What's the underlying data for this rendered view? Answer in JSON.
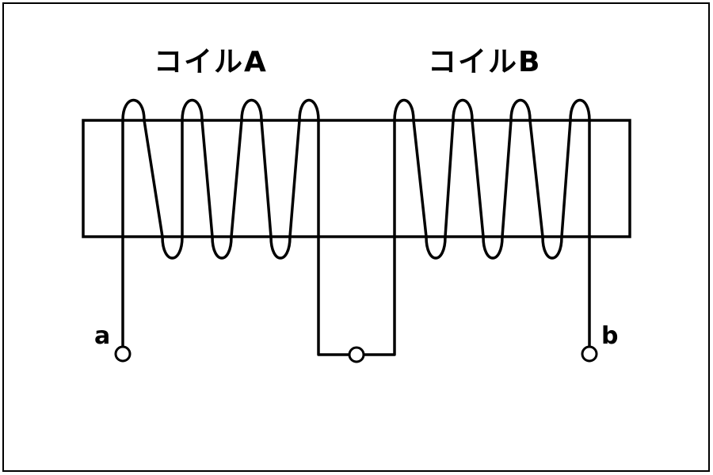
{
  "labels": {
    "coil_a": "コイルA",
    "coil_b": "コイルB",
    "terminal_a": "a",
    "terminal_b": "b"
  },
  "colors": {
    "line": "#000000",
    "background": "#ffffff"
  }
}
